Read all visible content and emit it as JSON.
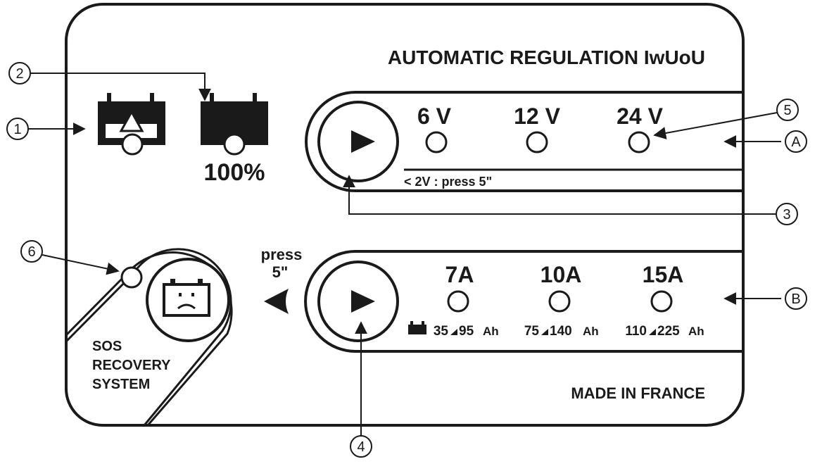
{
  "panel": {
    "title": "AUTOMATIC REGULATION  IwUoU",
    "footer": "MADE IN FRANCE"
  },
  "battery_indicators": {
    "full_label": "100%"
  },
  "voltage_row": {
    "options": [
      "6 V",
      "12 V",
      "24 V"
    ],
    "note": "< 2V : press 5\""
  },
  "current_row": {
    "options": [
      "7A",
      "10A",
      "15A"
    ],
    "capacities": [
      {
        "min": "35",
        "max": "95",
        "unit": "Ah"
      },
      {
        "min": "75",
        "max": "140",
        "unit": "Ah"
      },
      {
        "min": "110",
        "max": "225",
        "unit": "Ah"
      }
    ]
  },
  "sos": {
    "press_line1": "press",
    "press_line2": "5\"",
    "line1": "SOS",
    "line2": "RECOVERY",
    "line3": "SYSTEM"
  },
  "callouts": {
    "c1": "1",
    "c2": "2",
    "c3": "3",
    "c4": "4",
    "c5": "5",
    "c6": "6",
    "cA": "A",
    "cB": "B"
  },
  "colors": {
    "ink": "#1a1a1a",
    "background": "#ffffff"
  }
}
